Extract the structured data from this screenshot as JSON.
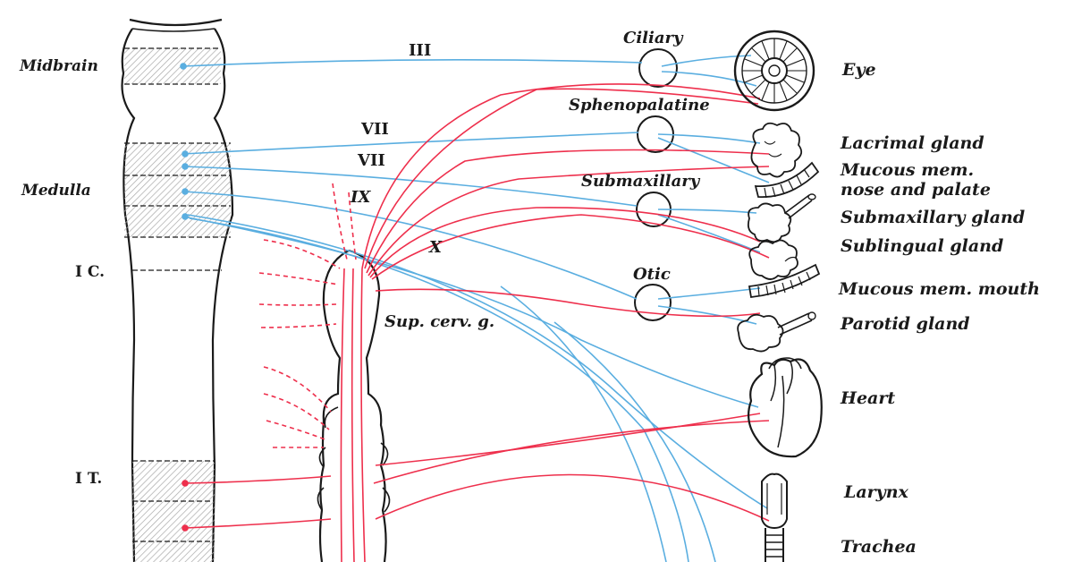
{
  "colors": {
    "parasympathetic": "#5aaee0",
    "sympathetic": "#ee2f4c",
    "outline": "#1a1a1a",
    "hatch": "#bdbdbd"
  },
  "cord_regions": {
    "midbrain": "Midbrain",
    "medulla": "Medulla",
    "cervical": "I C.",
    "thoracic": "I T."
  },
  "nerves": {
    "oculomotor": "III",
    "facial_1": "VII",
    "facial_2": "VII",
    "glossopharyngeal": "IX",
    "vagus": "X"
  },
  "ganglia": {
    "ciliary": "Ciliary",
    "sphenopalatine": "Sphenopalatine",
    "submaxillary": "Submaxillary",
    "otic": "Otic",
    "sup_cervical": "Sup. cerv. g."
  },
  "organs": {
    "eye": "Eye",
    "lacrimal": "Lacrimal gland",
    "mucous_nose_1": "Mucous mem.",
    "mucous_nose_2": "nose and palate",
    "submaxillary_gland": "Submaxillary gland",
    "sublingual": "Sublingual gland",
    "mucous_mouth": "Mucous mem. mouth",
    "parotid": "Parotid gland",
    "heart": "Heart",
    "larynx": "Larynx",
    "trachea": "Trachea"
  }
}
